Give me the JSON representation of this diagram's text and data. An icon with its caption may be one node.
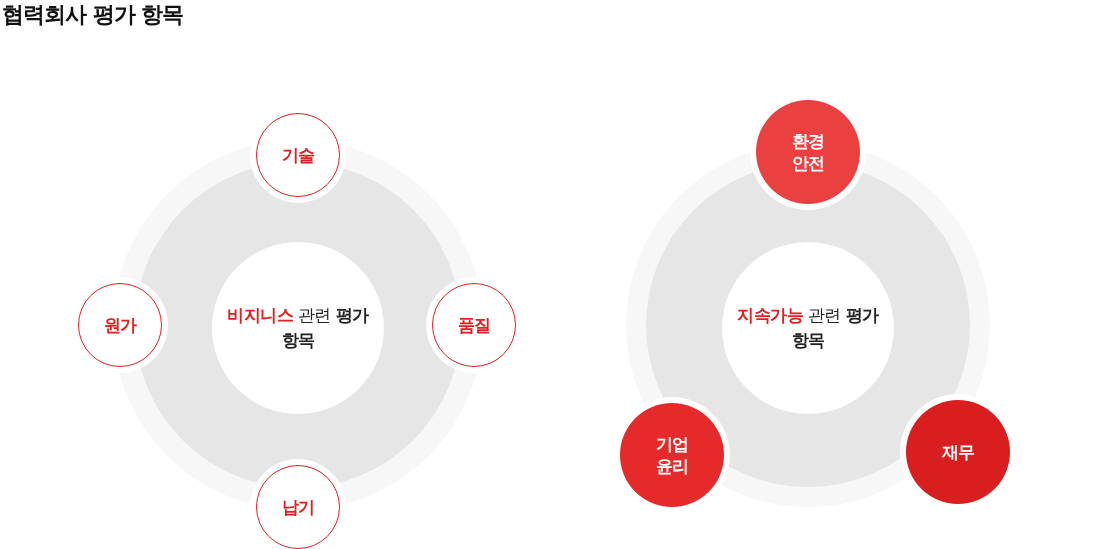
{
  "diagram": {
    "title": "협력회사 평가 항목",
    "nodes": [
      {
        "text": [
          "**비지니스** 관련 **평가항목**"
        ]
      },
      {
        "text": [
          "기술"
        ]
      },
      {
        "text": [
          "원가"
        ]
      },
      {
        "text": [
          "품질"
        ]
      },
      {
        "text": [
          "납기"
        ]
      },
      {
        "text": [
          "**지속가능** 관련 **평가항목**"
        ]
      },
      {
        "text": [
          "환경 안전"
        ]
      },
      {
        "text": [
          "기업 윤리"
        ]
      },
      {
        "text": [
          "재무"
        ]
      }
    ]
  }
}
